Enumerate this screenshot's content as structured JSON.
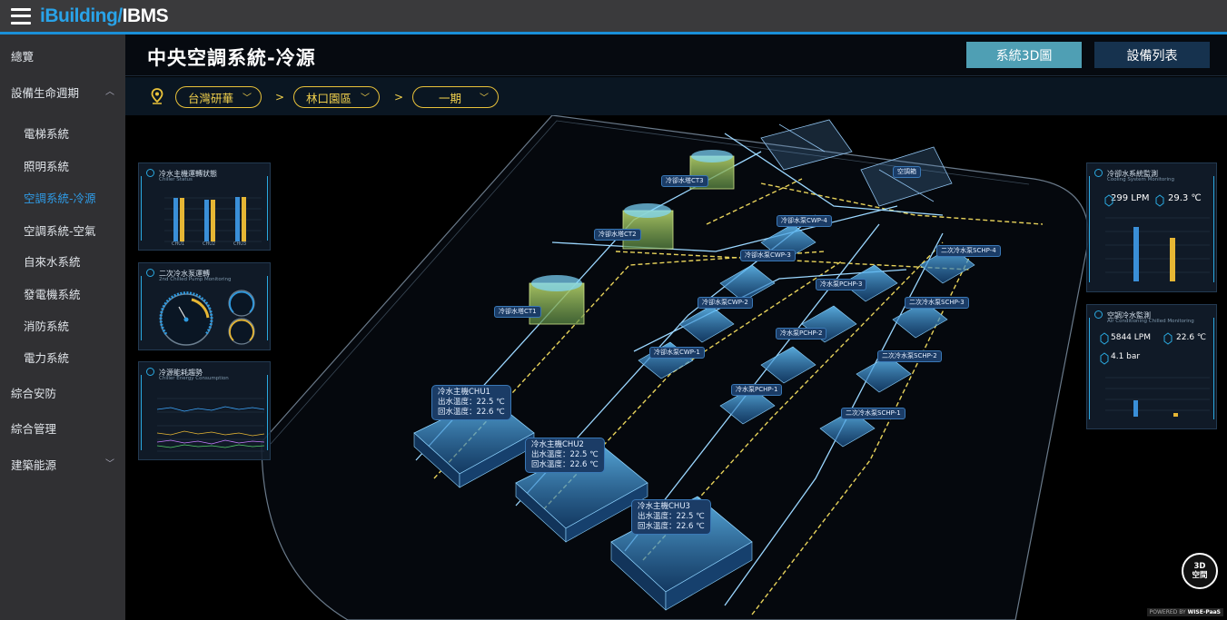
{
  "app": {
    "brand_part1": "iBuilding/",
    "brand_part2": "IBMS"
  },
  "sidebar": {
    "items": [
      {
        "label": "總覽"
      },
      {
        "label": "設備生命週期"
      },
      {
        "label": "電梯系統"
      },
      {
        "label": "照明系統"
      },
      {
        "label": "空調系統-冷源"
      },
      {
        "label": "空調系統-空氣"
      },
      {
        "label": "自來水系統"
      },
      {
        "label": "發電機系統"
      },
      {
        "label": "消防系統"
      },
      {
        "label": "電力系統"
      },
      {
        "label": "綜合安防"
      },
      {
        "label": "綜合管理"
      },
      {
        "label": "建築能源"
      }
    ]
  },
  "header": {
    "title": "中央空調系統-冷源",
    "btn_3d": "系統3D圖",
    "btn_list": "設備列表"
  },
  "filters": {
    "site": "台灣研華",
    "area": "林口園區",
    "phase": "一期",
    "separator": ">"
  },
  "panels": {
    "chiller": {
      "title": "冷水主機運轉狀態",
      "subtitle": "Chiller Status",
      "bars": [
        "CHU1",
        "CHU2",
        "CHU3"
      ]
    },
    "gauges": {
      "title": "二次冷水泵運轉",
      "subtitle": "2nd Chilled Pump Monitoring"
    },
    "energy": {
      "title": "冷源能耗趨勢",
      "subtitle": "Chiller Energy Consumption"
    },
    "cooling": {
      "title": "冷卻水系統監測",
      "subtitle": "Cooling System Monitoring",
      "flow": "299 LPM",
      "temp": "29.3 ℃"
    },
    "chilled": {
      "title": "空調冷水監測",
      "subtitle": "Air Conditioning Chilled Monitoring",
      "flow": "5844 LPM",
      "temp": "22.6 ℃",
      "extra": "4.1 bar"
    }
  },
  "scene": {
    "chu1": {
      "name": "冷水主機CHU1",
      "out": "出水溫度：22.5 ℃",
      "ret": "回水溫度：22.6 ℃"
    },
    "chu2": {
      "name": "冷水主機CHU2",
      "out": "出水溫度：22.5 ℃",
      "ret": "回水溫度：22.6 ℃"
    },
    "chu3": {
      "name": "冷水主機CHU3",
      "out": "出水溫度：22.5 ℃",
      "ret": "回水溫度：22.6 ℃"
    },
    "ct1": "冷卻水塔CT1",
    "ct2": "冷卻水塔CT2",
    "ct3": "冷卻水塔CT3",
    "cwp1": "冷卻水泵CWP-1",
    "cwp2": "冷卻水泵CWP-2",
    "cwp3": "冷卻水泵CWP-3",
    "cwp4": "冷卻水泵CWP-4",
    "pchp1": "冷水泵PCHP-1",
    "pchp2": "冷水泵PCHP-2",
    "pchp3": "冷水泵PCHP-3",
    "schp1": "二次冷水泵SCHP-1",
    "schp2": "二次冷水泵SCHP-2",
    "schp3": "二次冷水泵SCHP-3",
    "schp4": "二次冷水泵SCHP-4",
    "ahu": "空調箱"
  },
  "watermark": {
    "line1": "3D",
    "line2": "空間"
  },
  "powered": {
    "prefix": "POWERED BY",
    "name": "WISE-PaaS"
  },
  "colors": {
    "accent": "#1a8fd8",
    "filter": "#e9c23a",
    "panel": "#121e2c"
  }
}
